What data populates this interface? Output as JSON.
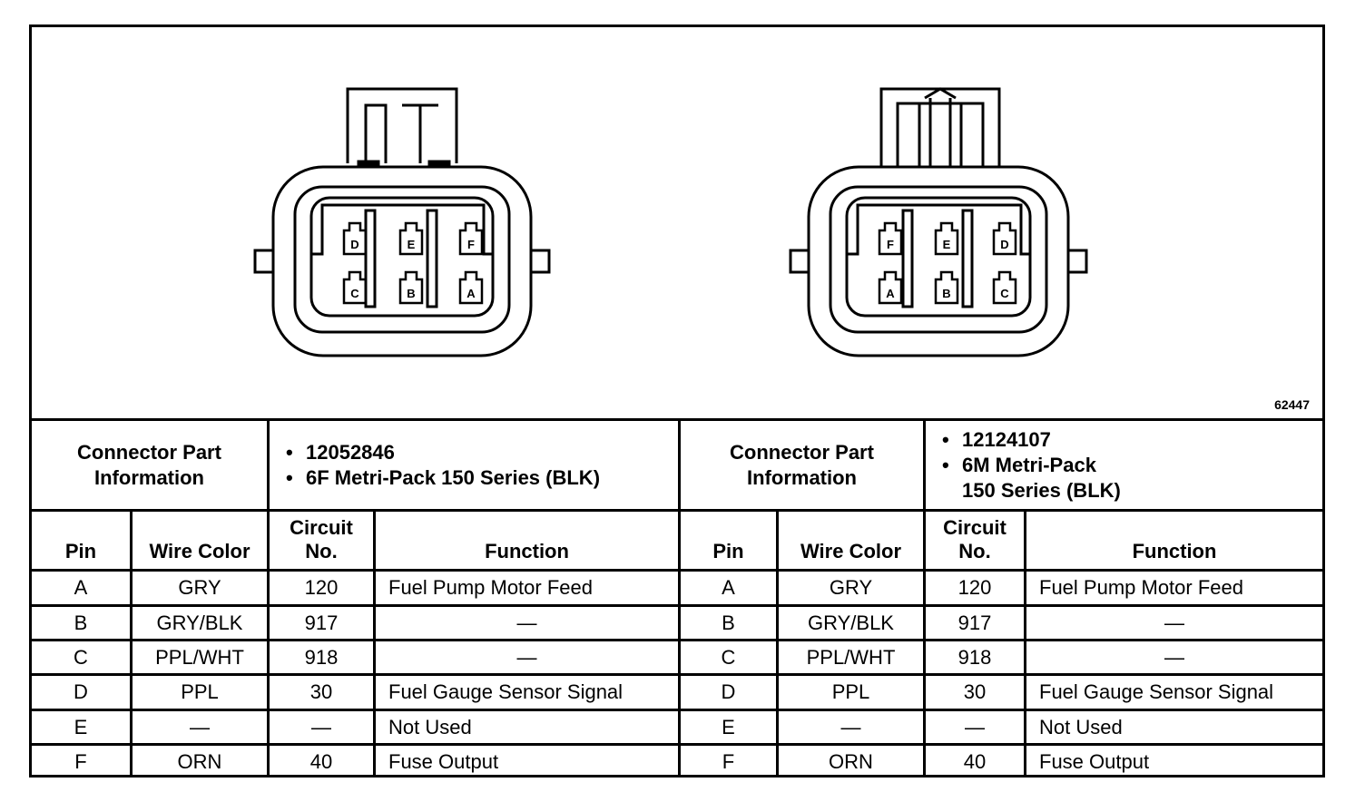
{
  "figure_id": "62447",
  "left_connector": {
    "header": [
      "Connector Part",
      "Information"
    ],
    "part_number": "12052846",
    "description": "6F Metri-Pack 150 Series (BLK)",
    "pin_layout": {
      "top": [
        "D",
        "E",
        "F"
      ],
      "bottom": [
        "C",
        "B",
        "A"
      ]
    }
  },
  "right_connector": {
    "header": [
      "Connector Part",
      "Information"
    ],
    "part_number": "12124107",
    "description_lines": [
      "6M Metri-Pack",
      "150 Series (BLK)"
    ],
    "pin_layout": {
      "top": [
        "F",
        "E",
        "D"
      ],
      "bottom": [
        "A",
        "B",
        "C"
      ]
    }
  },
  "columns": {
    "pin": "Pin",
    "wire_color": "Wire Color",
    "circuit": [
      "Circuit",
      "No."
    ],
    "function": "Function"
  },
  "rows": [
    {
      "pin": "A",
      "wire": "GRY",
      "circuit": "120",
      "function": "Fuel Pump Motor Feed"
    },
    {
      "pin": "B",
      "wire": "GRY/BLK",
      "circuit": "917",
      "function": "—"
    },
    {
      "pin": "C",
      "wire": "PPL/WHT",
      "circuit": "918",
      "function": "—"
    },
    {
      "pin": "D",
      "wire": "PPL",
      "circuit": "30",
      "function": "Fuel Gauge Sensor Signal"
    },
    {
      "pin": "E",
      "wire": "—",
      "circuit": "—",
      "function": "Not Used"
    },
    {
      "pin": "F",
      "wire": "ORN",
      "circuit": "40",
      "function": "Fuse Output"
    }
  ]
}
